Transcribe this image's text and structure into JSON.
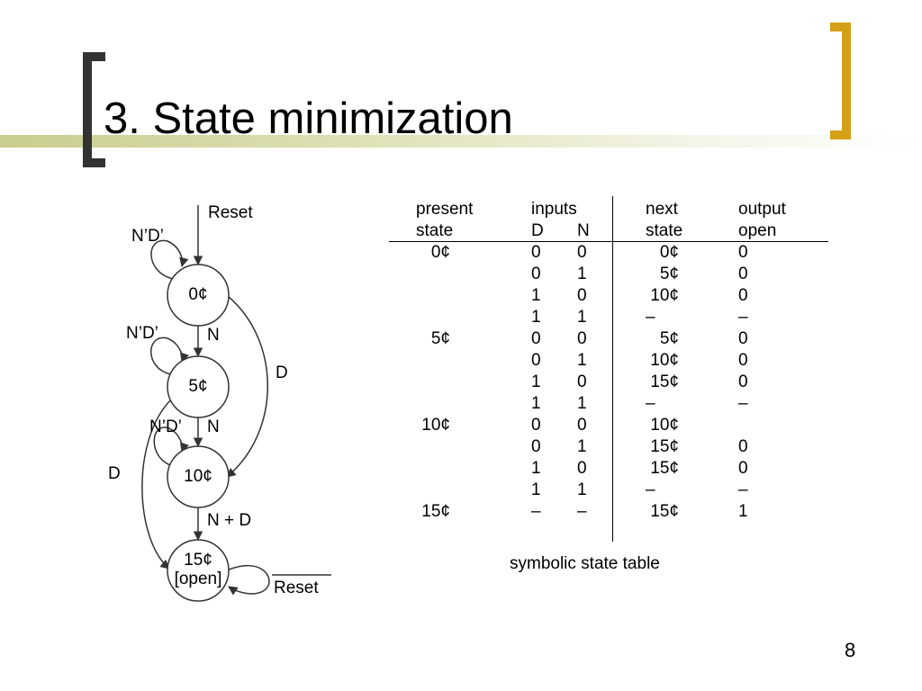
{
  "slide": {
    "title": "3. State minimization",
    "page_number": "8"
  },
  "diagram": {
    "states": [
      {
        "label": "0¢"
      },
      {
        "label": "5¢"
      },
      {
        "label": "10¢"
      },
      {
        "label": "15¢",
        "sublabel": "[open]"
      }
    ],
    "labels": {
      "reset_top": "Reset",
      "self_loop_0": "N’D’",
      "self_loop_5": "N’D’",
      "self_loop_10": "N’D’",
      "edge_0_5": "N",
      "edge_5_10": "N",
      "edge_10_15": "N + D",
      "edge_0_10": "D",
      "edge_5_15": "D",
      "reset_bottom": "Reset"
    }
  },
  "table": {
    "headers": {
      "present": [
        "present",
        "state"
      ],
      "inputs": [
        "inputs",
        "D",
        "N"
      ],
      "next": [
        "next",
        "state"
      ],
      "output": [
        "output",
        "open"
      ]
    },
    "rows": [
      {
        "present": "0¢",
        "d": "0",
        "n": "0",
        "next": "0¢",
        "out": "0"
      },
      {
        "present": "",
        "d": "0",
        "n": "1",
        "next": "5¢",
        "out": "0"
      },
      {
        "present": "",
        "d": "1",
        "n": "0",
        "next": "10¢",
        "out": "0"
      },
      {
        "present": "",
        "d": "1",
        "n": "1",
        "next": "–",
        "out": "–"
      },
      {
        "present": "5¢",
        "d": "0",
        "n": "0",
        "next": "5¢",
        "out": "0"
      },
      {
        "present": "",
        "d": "0",
        "n": "1",
        "next": "10¢",
        "out": "0"
      },
      {
        "present": "",
        "d": "1",
        "n": "0",
        "next": "15¢",
        "out": "0"
      },
      {
        "present": "",
        "d": "1",
        "n": "1",
        "next": "–",
        "out": "–"
      },
      {
        "present": "10¢",
        "d": "0",
        "n": "0",
        "next": "10¢",
        "out": ""
      },
      {
        "present": "",
        "d": "0",
        "n": "1",
        "next": "15¢",
        "out": "0"
      },
      {
        "present": "",
        "d": "1",
        "n": "0",
        "next": "15¢",
        "out": "0"
      },
      {
        "present": "",
        "d": "1",
        "n": "1",
        "next": "–",
        "out": "–"
      },
      {
        "present": "15¢",
        "d": "–",
        "n": "–",
        "next": "15¢",
        "out": "1"
      }
    ],
    "caption": "symbolic state table"
  }
}
